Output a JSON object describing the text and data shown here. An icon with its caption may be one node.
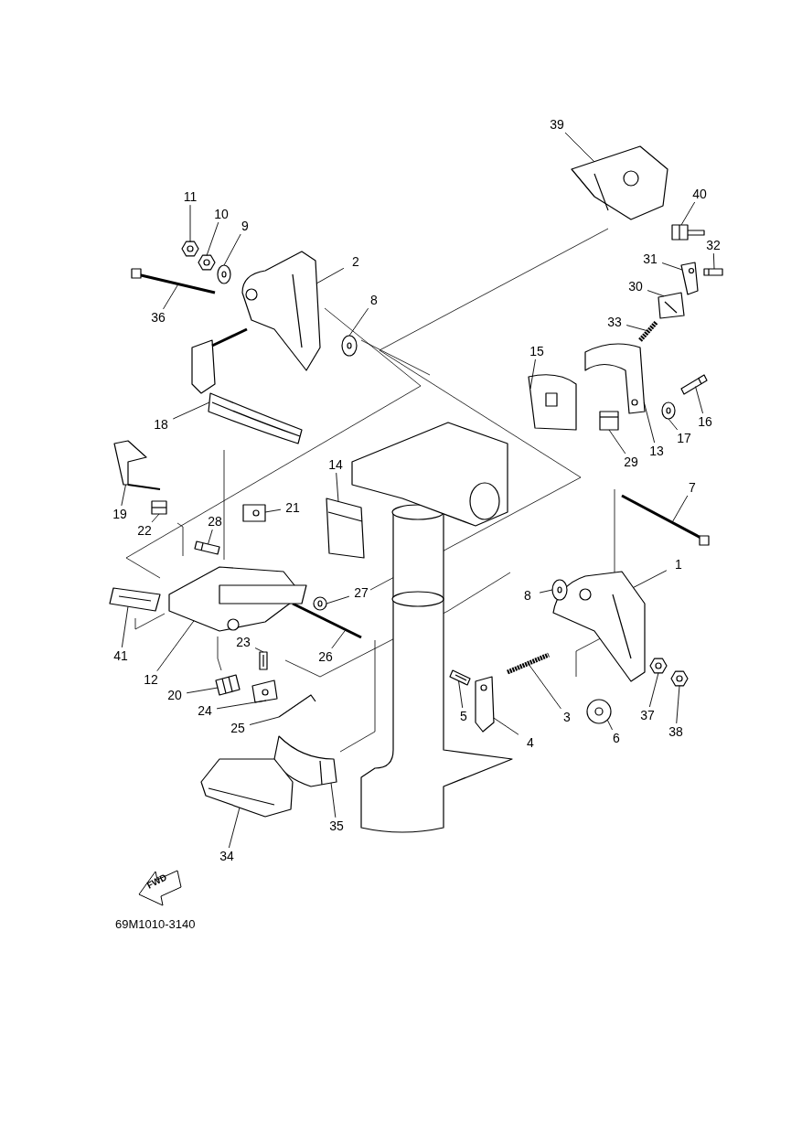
{
  "diagram": {
    "nodes": [
      {
        "text": [
          "39"
        ]
      },
      {
        "text": [
          "11"
        ]
      },
      {
        "text": [
          "40"
        ]
      },
      {
        "text": [
          "10"
        ]
      },
      {
        "text": [
          "9"
        ]
      },
      {
        "text": [
          "32"
        ]
      },
      {
        "text": [
          "31"
        ]
      },
      {
        "text": [
          "2"
        ]
      },
      {
        "text": [
          "36"
        ]
      },
      {
        "text": [
          "30"
        ]
      },
      {
        "text": [
          "8"
        ]
      },
      {
        "text": [
          "33"
        ]
      },
      {
        "text": [
          "15"
        ]
      },
      {
        "text": [
          "16"
        ]
      },
      {
        "text": [
          "18"
        ]
      },
      {
        "text": [
          "17"
        ]
      },
      {
        "text": [
          "13"
        ]
      },
      {
        "text": [
          "29"
        ]
      },
      {
        "text": [
          "14"
        ]
      },
      {
        "text": [
          "19"
        ]
      },
      {
        "text": [
          "21"
        ]
      },
      {
        "text": [
          "7"
        ]
      },
      {
        "text": [
          "22"
        ]
      },
      {
        "text": [
          "28"
        ]
      },
      {
        "text": [
          "1"
        ]
      },
      {
        "text": [
          "27"
        ]
      },
      {
        "text": [
          "8"
        ]
      },
      {
        "text": [
          "41"
        ]
      },
      {
        "text": [
          "23"
        ]
      },
      {
        "text": [
          "26"
        ]
      },
      {
        "text": [
          "12"
        ]
      },
      {
        "text": [
          "20"
        ]
      },
      {
        "text": [
          "24"
        ]
      },
      {
        "text": [
          "37"
        ]
      },
      {
        "text": [
          "5"
        ]
      },
      {
        "text": [
          "3"
        ]
      },
      {
        "text": [
          "25"
        ]
      },
      {
        "text": [
          "38"
        ]
      },
      {
        "text": [
          "6"
        ]
      },
      {
        "text": [
          "4"
        ]
      },
      {
        "text": [
          "35"
        ]
      },
      {
        "text": [
          "34"
        ]
      },
      {
        "text": [],
        "shape": "picture"
      },
      {
        "text": [],
        "shape": "picture"
      },
      {
        "text": [],
        "shape": "picture"
      },
      {
        "text": [],
        "shape": "picture"
      },
      {
        "text": [],
        "shape": "picture"
      },
      {
        "text": [],
        "shape": "picture"
      },
      {
        "text": [],
        "shape": "picture"
      },
      {
        "text": [],
        "shape": "picture"
      },
      {
        "text": [],
        "shape": "picture"
      },
      {
        "text": [],
        "shape": "picture"
      },
      {
        "text": [],
        "shape": "picture"
      },
      {
        "text": [],
        "shape": "picture"
      },
      {
        "text": [],
        "shape": "picture"
      },
      {
        "text": [],
        "shape": "picture"
      },
      {
        "text": [],
        "shape": "picture"
      },
      {
        "text": [],
        "shape": "picture"
      },
      {
        "text": [],
        "shape": "picture"
      },
      {
        "text": [],
        "shape": "picture"
      },
      {
        "text": [],
        "shape": "picture"
      },
      {
        "text": [],
        "shape": "picture"
      },
      {
        "text": [],
        "shape": "picture"
      },
      {
        "text": [],
        "shape": "picture"
      },
      {
        "text": [],
        "shape": "picture"
      },
      {
        "text": [],
        "shape": "picture"
      },
      {
        "text": [],
        "shape": "picture"
      },
      {
        "text": [],
        "shape": "picture"
      },
      {
        "text": [],
        "shape": "picture"
      },
      {
        "text": [],
        "shape": "picture"
      },
      {
        "text": [],
        "shape": "picture"
      },
      {
        "text": [],
        "shape": "picture"
      },
      {
        "text": [],
        "shape": "picture"
      },
      {
        "text": [],
        "shape": "picture"
      },
      {
        "text": [],
        "shape": "picture"
      },
      {
        "text": [],
        "shape": "picture"
      },
      {
        "text": [],
        "shape": "picture"
      },
      {
        "text": [],
        "shape": "picture"
      },
      {
        "text": [],
        "shape": "picture"
      },
      {
        "text": [],
        "shape": "picture"
      },
      {
        "text": [],
        "shape": "picture"
      },
      {
        "text": [],
        "shape": "picture"
      },
      {
        "text": [],
        "shape": "picture"
      },
      {
        "text": [],
        "shape": "picture"
      }
    ],
    "edges": [
      {
        "from": 0,
        "to": 42,
        "arrow": "none"
      },
      {
        "from": 1,
        "to": 43,
        "arrow": "none"
      },
      {
        "from": 2,
        "to": 44,
        "arrow": "none"
      },
      {
        "from": 3,
        "to": 45,
        "arrow": "none"
      },
      {
        "from": 4,
        "to": 46,
        "arrow": "none"
      },
      {
        "from": 5,
        "to": 47,
        "arrow": "none"
      },
      {
        "from": 6,
        "to": 48,
        "arrow": "none"
      },
      {
        "from": 7,
        "to": 49,
        "arrow": "none"
      },
      {
        "from": 8,
        "to": 50,
        "arrow": "none"
      },
      {
        "from": 9,
        "to": 51,
        "arrow": "none"
      },
      {
        "from": 10,
        "to": 52,
        "arrow": "none"
      },
      {
        "from": 11,
        "to": 53,
        "arrow": "none"
      },
      {
        "from": 12,
        "to": 54,
        "arrow": "none"
      },
      {
        "from": 13,
        "to": 55,
        "arrow": "none"
      },
      {
        "from": 14,
        "to": 56,
        "arrow": "none"
      },
      {
        "from": 15,
        "to": 57,
        "arrow": "none"
      },
      {
        "from": 16,
        "to": 58,
        "arrow": "none"
      },
      {
        "from": 17,
        "to": 59,
        "arrow": "none"
      },
      {
        "from": 18,
        "to": 60,
        "arrow": "none"
      },
      {
        "from": 19,
        "to": 61,
        "arrow": "none"
      },
      {
        "from": 20,
        "to": 62,
        "arrow": "none"
      },
      {
        "from": 21,
        "to": 63,
        "arrow": "none"
      },
      {
        "from": 22,
        "to": 64,
        "arrow": "none"
      },
      {
        "from": 23,
        "to": 65,
        "arrow": "none"
      },
      {
        "from": 24,
        "to": 66,
        "arrow": "none"
      },
      {
        "from": 25,
        "to": 67,
        "arrow": "none"
      },
      {
        "from": 26,
        "to": 68,
        "arrow": "none"
      },
      {
        "from": 27,
        "to": 69,
        "arrow": "none"
      },
      {
        "from": 28,
        "to": 70,
        "arrow": "none"
      },
      {
        "from": 29,
        "to": 71,
        "arrow": "none"
      },
      {
        "from": 30,
        "to": 72,
        "arrow": "none"
      },
      {
        "from": 31,
        "to": 73,
        "arrow": "none"
      },
      {
        "from": 32,
        "to": 74,
        "arrow": "none"
      },
      {
        "from": 33,
        "to": 75,
        "arrow": "none"
      },
      {
        "from": 34,
        "to": 76,
        "arrow": "none"
      },
      {
        "from": 35,
        "to": 77,
        "arrow": "none"
      },
      {
        "from": 36,
        "to": 78,
        "arrow": "none"
      },
      {
        "from": 37,
        "to": 79,
        "arrow": "none"
      },
      {
        "from": 38,
        "to": 80,
        "arrow": "none"
      },
      {
        "from": 39,
        "to": 81,
        "arrow": "none"
      },
      {
        "from": 40,
        "to": 82,
        "arrow": "none"
      },
      {
        "from": 41,
        "to": 83,
        "arrow": "none"
      }
    ],
    "labels": [
      "FWD",
      "69M1010-3140"
    ]
  }
}
